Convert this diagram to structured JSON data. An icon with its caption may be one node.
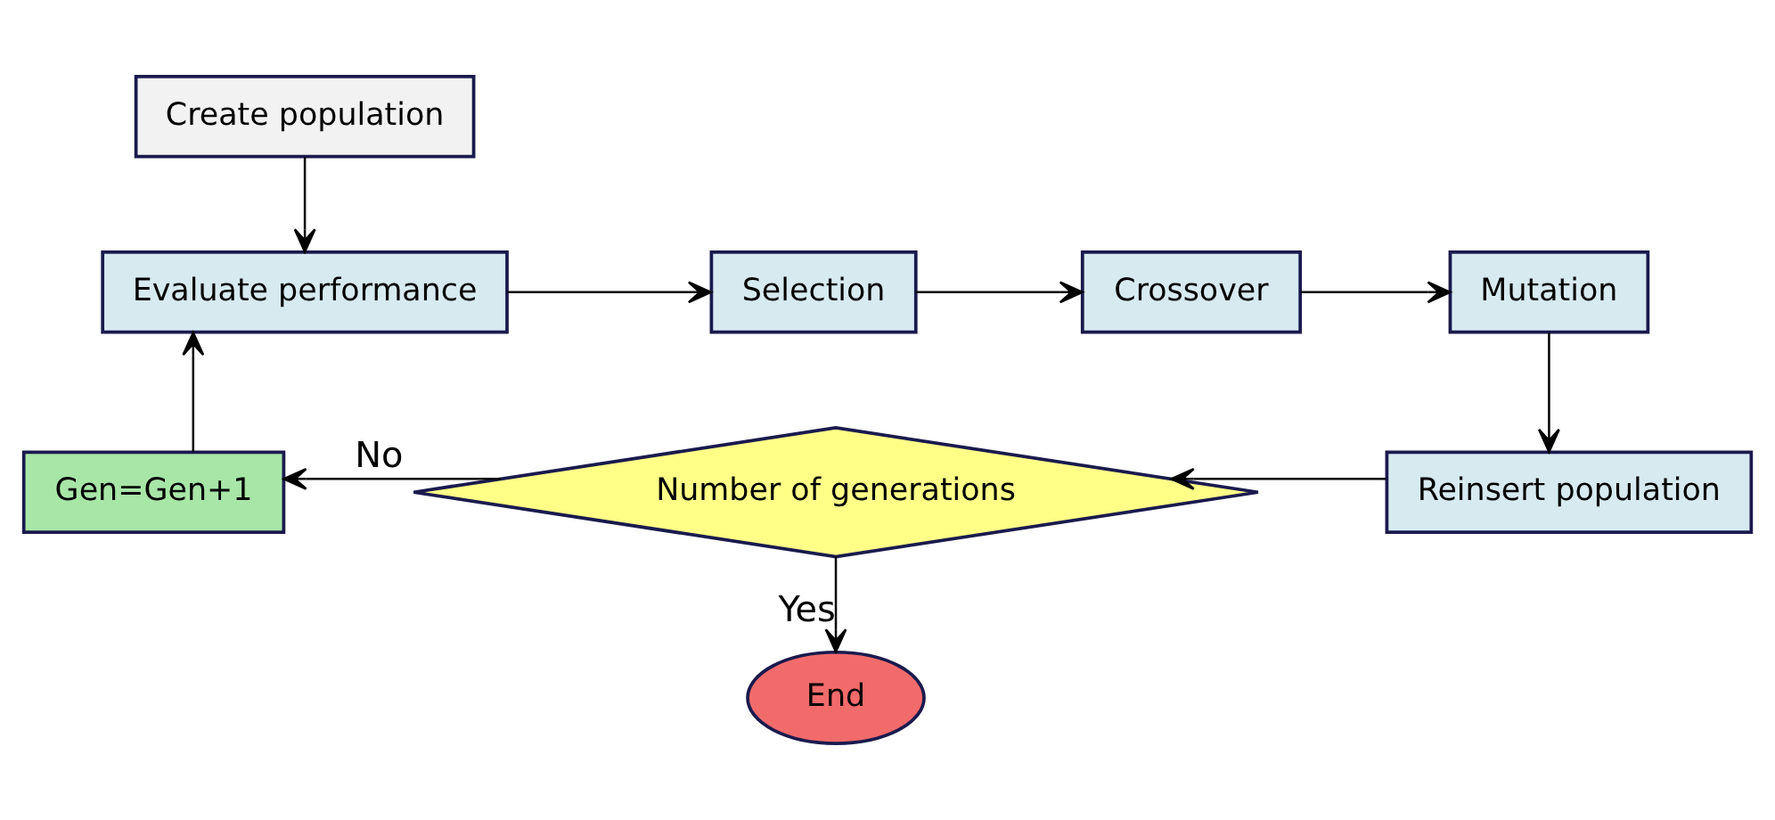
{
  "diagram": {
    "nodes": [
      {
        "text": [
          "Create population"
        ]
      },
      {
        "text": [
          "Evaluate performance"
        ]
      },
      {
        "text": [
          "Selection"
        ]
      },
      {
        "text": [
          "Crossover"
        ]
      },
      {
        "text": [
          "Mutation"
        ]
      },
      {
        "text": [
          "Reinsert population"
        ]
      },
      {
        "text": [
          "Number of generations"
        ]
      },
      {
        "text": [
          "Gen=Gen+1"
        ]
      },
      {
        "text": [
          "End"
        ]
      }
    ],
    "edges": [
      {
        "from": 0,
        "to": 1,
        "arrow": "to"
      },
      {
        "from": 1,
        "to": 2,
        "arrow": "to"
      },
      {
        "from": 2,
        "to": 3,
        "arrow": "to"
      },
      {
        "from": 3,
        "to": 4,
        "arrow": "to"
      },
      {
        "from": 4,
        "to": 5,
        "arrow": "to"
      },
      {
        "from": 5,
        "to": 6,
        "arrow": "to"
      },
      {
        "from": 6,
        "to": 7,
        "label": "No",
        "arrow": "to"
      },
      {
        "from": 6,
        "to": 8,
        "label": "Yes",
        "arrow": "to"
      },
      {
        "from": 7,
        "to": 1,
        "arrow": "to"
      }
    ]
  }
}
